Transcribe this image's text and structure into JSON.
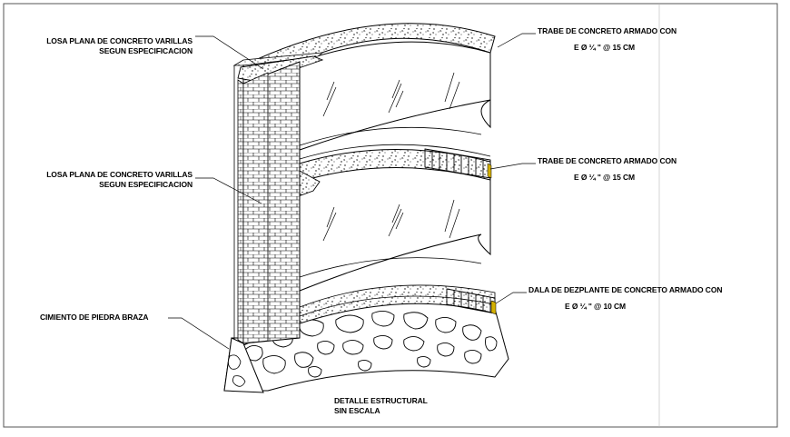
{
  "labels": {
    "losa_top_line1": "LOSA PLANA DE CONCRETO VARILLAS",
    "losa_top_line2": "SEGUN ESPECIFICACION",
    "losa_mid_line1": "LOSA PLANA DE CONCRETO VARILLAS",
    "losa_mid_line2": "SEGUN ESPECIFICACION",
    "cimiento": "CIMIENTO DE PIEDRA BRAZA",
    "trabe_top_line1": "TRABE DE CONCRETO ARMADO CON",
    "trabe_top_line2": "E Ø ¼ \" @ 15 CM",
    "trabe_mid_line1": "TRABE DE CONCRETO ARMADO CON",
    "trabe_mid_line2": "E Ø ¼ \" @ 15 CM",
    "dala_line1": "DALA DE DEZPLANTE DE CONCRETO ARMADO CON",
    "dala_line2": "E Ø ¼ \" @ 10 CM",
    "title_line1": "DETALLE ESTRUCTURAL",
    "title_line2": "SIN ESCALA"
  },
  "colors": {
    "ink": "#000000",
    "stirrup_highlight": "#d4b000",
    "frame": "#555555"
  }
}
